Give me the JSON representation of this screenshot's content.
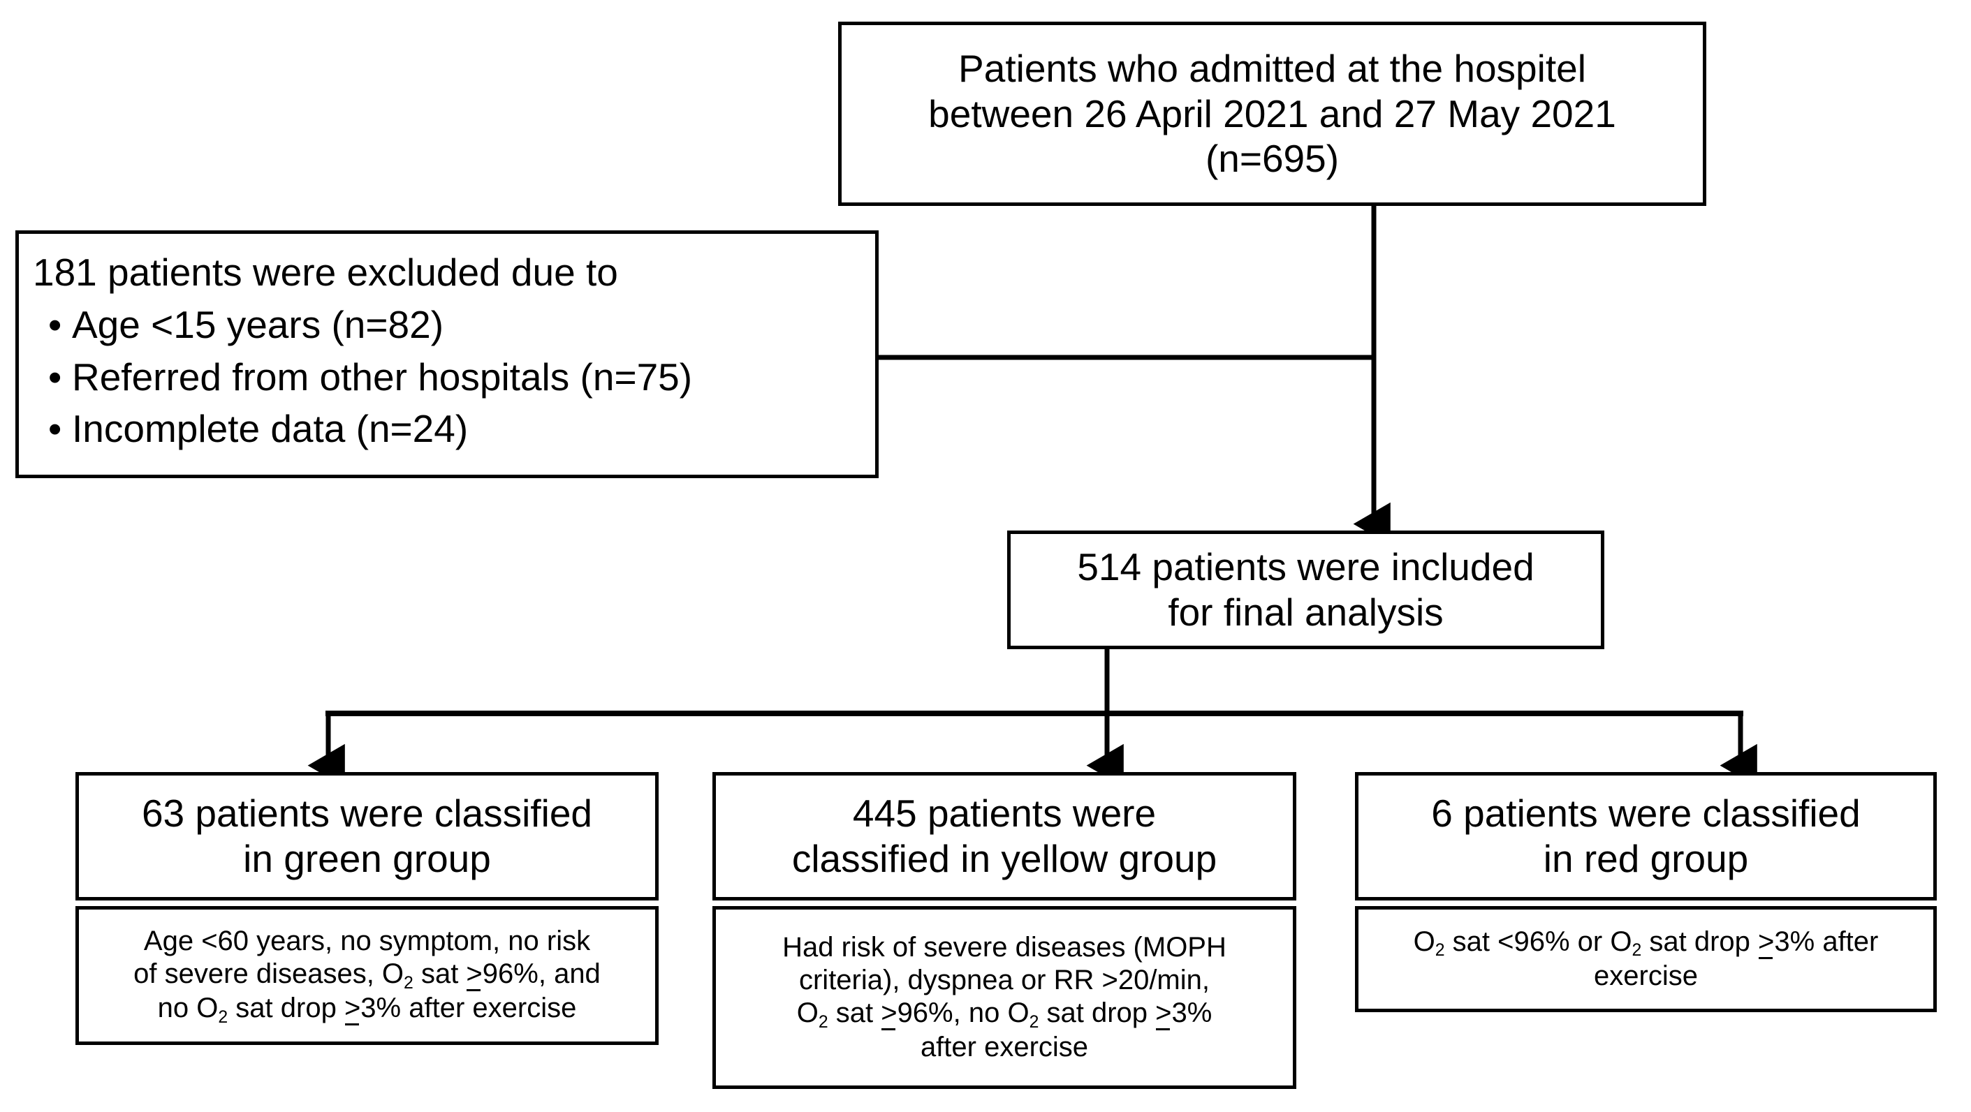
{
  "diagram": {
    "type": "flowchart",
    "title": "Patient enrollment and classification flowchart",
    "line_color": "#000000",
    "background_color": "#ffffff",
    "nodes": {
      "admitted": {
        "line1": "Patients who admitted at the hospitel",
        "line2": "between 26 April 2021 and 27 May 2021",
        "line3": "(n=695)",
        "count": 695
      },
      "excluded": {
        "heading": "181 patients were excluded due to",
        "total": 181,
        "reasons": [
          {
            "label": "Age <15 years (n=82)",
            "count": 82
          },
          {
            "label": "Referred from other hospitals (n=75)",
            "count": 75
          },
          {
            "label": "Incomplete data (n=24)",
            "count": 24
          }
        ]
      },
      "included": {
        "line1": "514 patients were included",
        "line2": "for final analysis",
        "count": 514
      },
      "green": {
        "header_line1": "63 patients were classified",
        "header_line2": "in green group",
        "count": 63,
        "criteria_line1": "Age <60 years, no symptom, no risk",
        "criteria_line2_a": "of severe diseases, O",
        "criteria_line2_sub": "2",
        "criteria_line2_b": " sat ",
        "criteria_line2_ge": ">",
        "criteria_line2_c": "96%, and",
        "criteria_line3_a": "no O",
        "criteria_line3_sub": "2",
        "criteria_line3_b": " sat drop ",
        "criteria_line3_ge": ">",
        "criteria_line3_c": "3% after exercise"
      },
      "yellow": {
        "header_line1": "445 patients were",
        "header_line2": "classified in yellow group",
        "count": 445,
        "criteria_line1": "Had risk of severe diseases (MOPH",
        "criteria_line2": "criteria), dyspnea or RR >20/min,",
        "criteria_line3_a": "O",
        "criteria_line3_sub1": "2",
        "criteria_line3_b": " sat ",
        "criteria_line3_ge1": ">",
        "criteria_line3_c": "96%, no O",
        "criteria_line3_sub2": "2",
        "criteria_line3_d": " sat drop ",
        "criteria_line3_ge2": ">",
        "criteria_line3_e": "3%",
        "criteria_line4": "after exercise"
      },
      "red": {
        "header_line1": "6 patients were classified",
        "header_line2": "in red group",
        "count": 6,
        "criteria_line1_a": "O",
        "criteria_line1_sub1": "2",
        "criteria_line1_b": " sat <96% or O",
        "criteria_line1_sub2": "2",
        "criteria_line1_c": " sat drop ",
        "criteria_line1_ge": ">",
        "criteria_line1_d": "3% after",
        "criteria_line2": "exercise"
      }
    }
  }
}
